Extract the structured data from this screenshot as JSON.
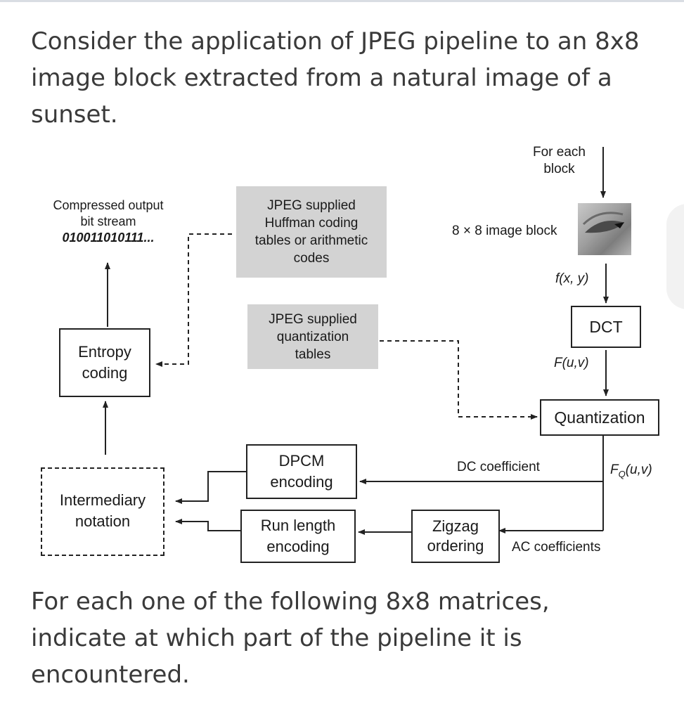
{
  "question": {
    "intro_lines": [
      "Consider the application of JPEG pipeline to an 8x8",
      "image block extracted from a natural image of a",
      "sunset."
    ],
    "followup_lines": [
      "For each one of the following 8x8 matrices,",
      "indicate at which part of the pipeline it is",
      "encountered."
    ]
  },
  "diagram": {
    "for_each_block": [
      "For each",
      "block"
    ],
    "image_block_label": "8 × 8 image block",
    "fxy": "f(x, y)",
    "dct": "DCT",
    "fuv": "F(u,v)",
    "quantization": "Quantization",
    "fq": "F",
    "fq_sub": "Q",
    "fq_args": "(u,v)",
    "dc_coefficient": "DC coefficient",
    "ac_coefficients": "AC coefficients",
    "zigzag": [
      "Zigzag",
      "ordering"
    ],
    "dpcm": [
      "DPCM",
      "encoding"
    ],
    "run_length": [
      "Run length",
      "encoding"
    ],
    "intermediary": [
      "Intermediary",
      "notation"
    ],
    "entropy": [
      "Entropy",
      "coding"
    ],
    "compressed": [
      "Compressed output",
      "bit stream",
      "010011010111..."
    ],
    "huffman_tables": [
      "JPEG supplied",
      "Huffman coding",
      "tables or arithmetic",
      "codes"
    ],
    "quant_tables": [
      "JPEG supplied",
      "quantization",
      "tables"
    ]
  }
}
